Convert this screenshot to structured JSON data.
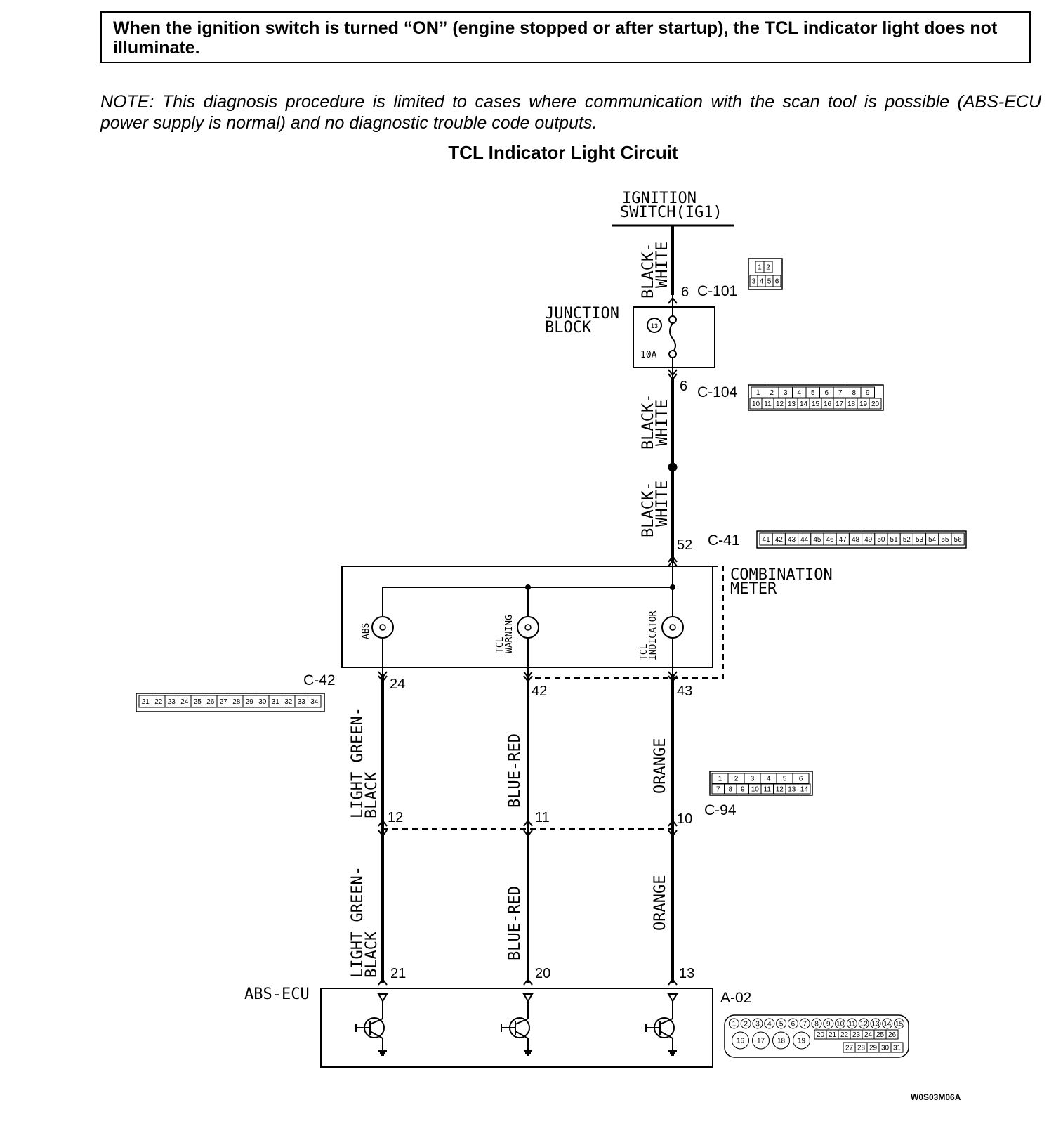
{
  "caution_text": "When the ignition switch is turned “ON” (engine stopped or after startup), the TCL indicator light does not illuminate.",
  "note_text": "NOTE: This diagnosis procedure is limited to cases where communication with the scan tool is possible (ABS-ECU power supply is normal) and no diagnostic trouble code outputs.",
  "diagram": {
    "title": "TCL Indicator Light Circuit",
    "ignition_line1": "IGNITION",
    "ignition_line2": "SWITCH(IG1)",
    "junction_line1": "JUNCTION",
    "junction_line2": "BLOCK",
    "fuse_number": "13",
    "fuse_rating": "10A",
    "combination_line1": "COMBINATION",
    "combination_line2": "METER",
    "abs_ecu": "ABS-ECU",
    "lamp_abs": "ABS",
    "lamp_tcl_warning_1": "TCL",
    "lamp_tcl_warning_2": "WARNING",
    "lamp_tcl_indicator_1": "TCL",
    "lamp_tcl_indicator_2": "INDICATOR",
    "connectors": {
      "c101": "C-101",
      "c104": "C-104",
      "c41": "C-41",
      "c42": "C-42",
      "c94": "C-94",
      "a02": "A-02"
    },
    "pins": {
      "c101": "6",
      "c104": "6",
      "c41": "52",
      "abs_meter": "24",
      "warn_meter": "42",
      "ind_meter": "43",
      "abs_mid": "12",
      "warn_mid": "11",
      "ind_mid": "10",
      "abs_ecu": "21",
      "warn_ecu": "20",
      "ind_ecu": "13"
    },
    "wires": {
      "bw_1a": "BLACK-",
      "bw_1b": "WHITE",
      "bw_2a": "BLACK-",
      "bw_2b": "WHITE",
      "bw_3a": "BLACK-",
      "bw_3b": "WHITE",
      "lgb_1a": "LIGHT GREEN-",
      "lgb_1b": "BLACK",
      "lgb_2a": "LIGHT GREEN-",
      "lgb_2b": "BLACK",
      "br_1": "BLUE-RED",
      "br_2": "BLUE-RED",
      "or_1": "ORANGE",
      "or_2": "ORANGE"
    },
    "connector_pins": {
      "c101_top": [
        "1",
        "2"
      ],
      "c101_bottom": [
        "3",
        "4",
        "5",
        "6"
      ],
      "c104_top": [
        "1",
        "2",
        "3",
        "4",
        "5",
        "6",
        "7",
        "8",
        "9"
      ],
      "c104_bottom": [
        "10",
        "11",
        "12",
        "13",
        "14",
        "15",
        "16",
        "17",
        "18",
        "19",
        "20"
      ],
      "c41": [
        "41",
        "42",
        "43",
        "44",
        "45",
        "46",
        "47",
        "48",
        "49",
        "50",
        "51",
        "52",
        "53",
        "54",
        "55",
        "56"
      ],
      "c42": [
        "21",
        "22",
        "23",
        "24",
        "25",
        "26",
        "27",
        "28",
        "29",
        "30",
        "31",
        "32",
        "33",
        "34"
      ],
      "c94_top": [
        "1",
        "2",
        "3",
        "4",
        "5",
        "6"
      ],
      "c94_bottom": [
        "7",
        "8",
        "9",
        "10",
        "11",
        "12",
        "13",
        "14"
      ],
      "a02_top": [
        "1",
        "2",
        "3",
        "4",
        "5",
        "6",
        "7",
        "8",
        "9",
        "10",
        "11",
        "12",
        "13",
        "14",
        "15"
      ],
      "a02_round": [
        "16",
        "17",
        "18",
        "19"
      ],
      "a02_mid": [
        "20",
        "21",
        "22",
        "23",
        "24",
        "25",
        "26"
      ],
      "a02_bottom": [
        "27",
        "28",
        "29",
        "30",
        "31"
      ]
    },
    "figure_code": "W0S03M06A"
  }
}
